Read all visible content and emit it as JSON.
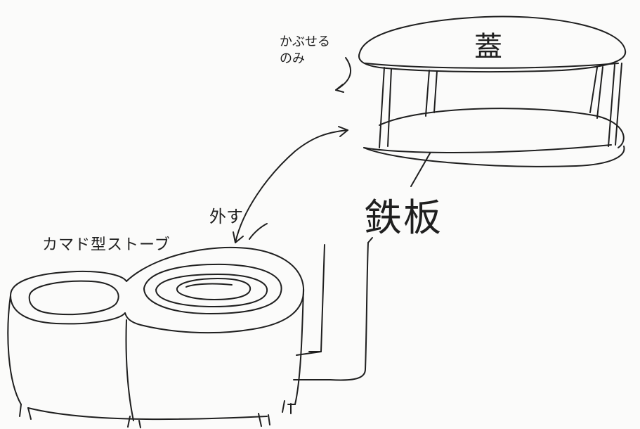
{
  "labels": {
    "lid": "蓋",
    "cover_line1": "かぶせる",
    "cover_line2": "のみ",
    "iron_plate": "鉄板",
    "remove": "外す",
    "stove": "カマド型ストーブ"
  },
  "colors": {
    "ink": "#1f1f1f",
    "paper": "#fbfbfa"
  }
}
